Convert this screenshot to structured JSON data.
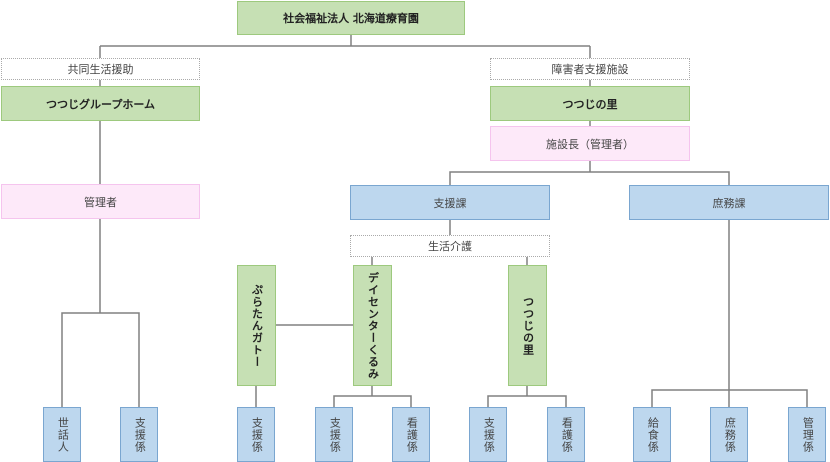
{
  "root": {
    "label": "社会福祉法人 北海道療育園"
  },
  "left": {
    "category": "共同生活援助",
    "facility": "つつじグループホーム",
    "manager": "管理者",
    "staff": [
      "世話人",
      "支援係"
    ]
  },
  "right": {
    "category": "障害者支援施設",
    "facility": "つつじの里",
    "director": "施設長（管理者）",
    "support_section": {
      "label": "支援課",
      "service": "生活介護",
      "units": [
        {
          "label": "ぷらたんガトー",
          "staff": [
            "支援係"
          ]
        },
        {
          "label": "デイセンターくるみ",
          "staff": [
            "支援係",
            "看護係"
          ]
        },
        {
          "label": "つつじの里",
          "staff": [
            "支援係",
            "看護係"
          ]
        }
      ]
    },
    "general_section": {
      "label": "庶務課",
      "staff": [
        "給食係",
        "庶務係",
        "管理係"
      ]
    }
  }
}
